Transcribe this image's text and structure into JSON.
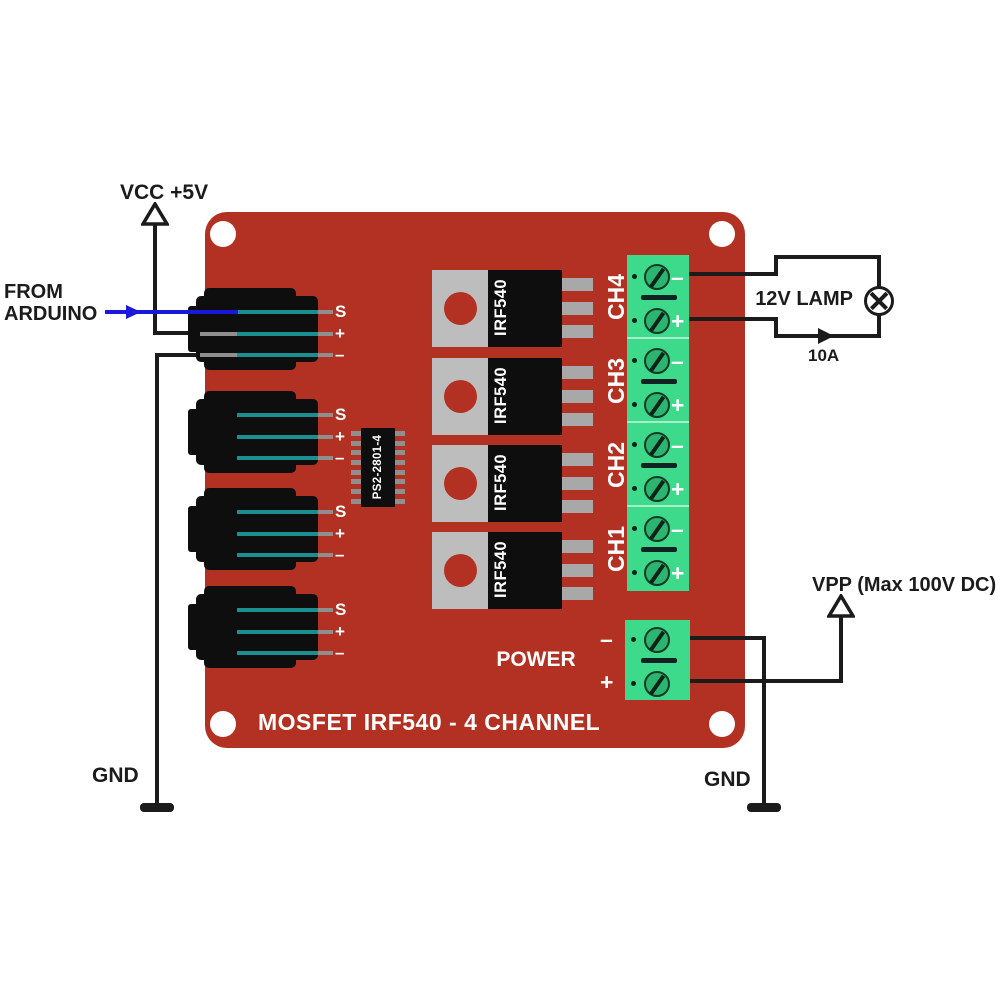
{
  "annotations": {
    "vcc_label": "VCC +5V",
    "from_arduino": [
      "FROM",
      "ARDUINO"
    ],
    "gnd_left": "GND",
    "gnd_right": "GND",
    "lamp_label": "12V LAMP",
    "fuse_current": "10A",
    "vpp_label": "VPP (Max 100V DC)"
  },
  "board": {
    "title": "MOSFET IRF540 - 4 CHANNEL",
    "ic_label": "PS2-2801-4",
    "power": {
      "label": "POWER",
      "neg": "–",
      "pos": "+"
    },
    "input_connectors": [
      {
        "pins": [
          "S",
          "+",
          "–"
        ]
      },
      {
        "pins": [
          "S",
          "+",
          "–"
        ]
      },
      {
        "pins": [
          "S",
          "+",
          "–"
        ]
      },
      {
        "pins": [
          "S",
          "+",
          "–"
        ]
      }
    ],
    "mosfets": [
      {
        "label": "IRF540"
      },
      {
        "label": "IRF540"
      },
      {
        "label": "IRF540"
      },
      {
        "label": "IRF540"
      }
    ],
    "channels": [
      {
        "name": "CH4",
        "neg": "–",
        "pos": "+"
      },
      {
        "name": "CH3",
        "neg": "–",
        "pos": "+"
      },
      {
        "name": "CH2",
        "neg": "–",
        "pos": "+"
      },
      {
        "name": "CH1",
        "neg": "–",
        "pos": "+"
      }
    ]
  },
  "colors": {
    "board_red": "#B23122",
    "terminal_green": "#3EDA8C",
    "screw_green": "#2BB571",
    "screw_outline": "#143A24",
    "divider_green": "#A9EECB",
    "pin_teal": "#1B8F8F",
    "pin_gray": "#8F8F8F",
    "component_black": "#0E0E0E",
    "tab_gray": "#BDBDBD",
    "leg_gray": "#A8A8A8",
    "wire_black": "#1B1B1B",
    "wire_blue": "#1A18DC",
    "text_black": "#1B1B1B",
    "label_white": "#FFFFFF"
  }
}
